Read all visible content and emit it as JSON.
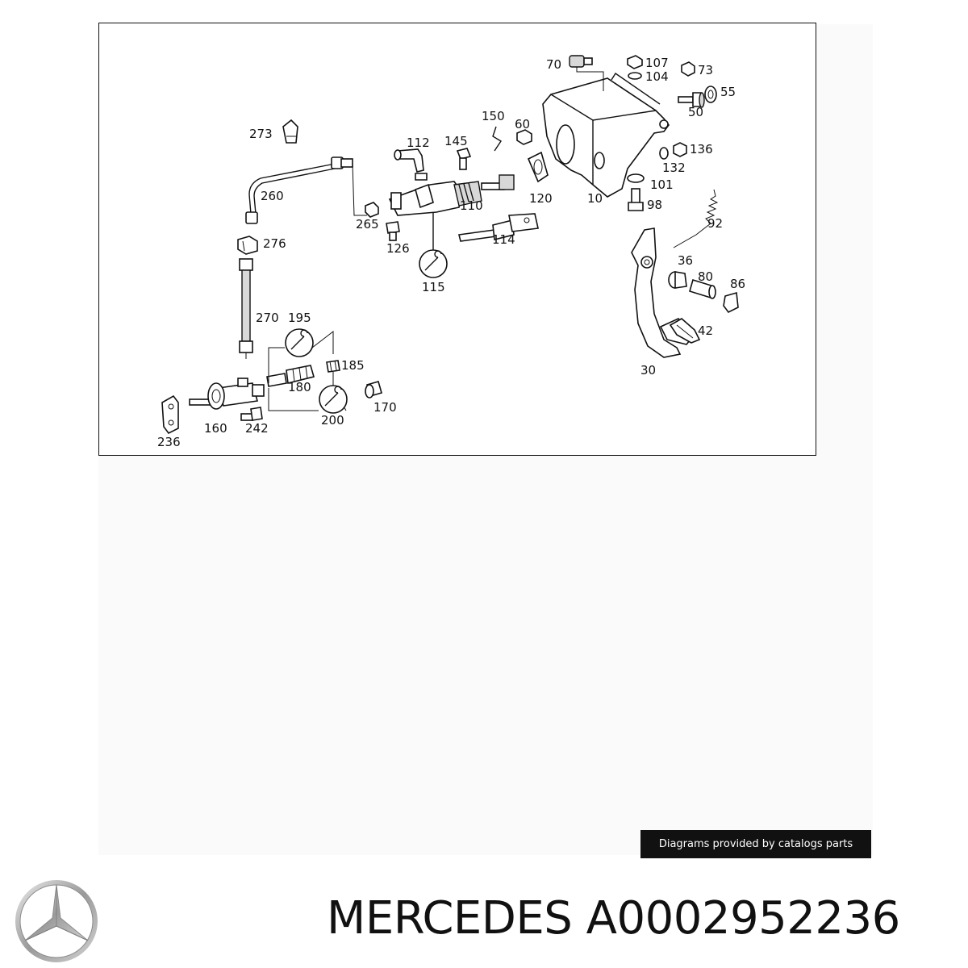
{
  "diagram": {
    "labels": [
      {
        "id": "70",
        "text": "70"
      },
      {
        "id": "107",
        "text": "107"
      },
      {
        "id": "104",
        "text": "104"
      },
      {
        "id": "73",
        "text": "73"
      },
      {
        "id": "55",
        "text": "55"
      },
      {
        "id": "50",
        "text": "50"
      },
      {
        "id": "150",
        "text": "150"
      },
      {
        "id": "60",
        "text": "60"
      },
      {
        "id": "273",
        "text": "273"
      },
      {
        "id": "112",
        "text": "112"
      },
      {
        "id": "145",
        "text": "145"
      },
      {
        "id": "136",
        "text": "136"
      },
      {
        "id": "132",
        "text": "132"
      },
      {
        "id": "260",
        "text": "260"
      },
      {
        "id": "110",
        "text": "110"
      },
      {
        "id": "120",
        "text": "120"
      },
      {
        "id": "10",
        "text": "10"
      },
      {
        "id": "101",
        "text": "101"
      },
      {
        "id": "98",
        "text": "98"
      },
      {
        "id": "265",
        "text": "265"
      },
      {
        "id": "92",
        "text": "92"
      },
      {
        "id": "114",
        "text": "114"
      },
      {
        "id": "126",
        "text": "126"
      },
      {
        "id": "276",
        "text": "276"
      },
      {
        "id": "36",
        "text": "36"
      },
      {
        "id": "80",
        "text": "80"
      },
      {
        "id": "86",
        "text": "86"
      },
      {
        "id": "115",
        "text": "115"
      },
      {
        "id": "270",
        "text": "270"
      },
      {
        "id": "195",
        "text": "195"
      },
      {
        "id": "42",
        "text": "42"
      },
      {
        "id": "185",
        "text": "185"
      },
      {
        "id": "30",
        "text": "30"
      },
      {
        "id": "180",
        "text": "180"
      },
      {
        "id": "170",
        "text": "170"
      },
      {
        "id": "200",
        "text": "200"
      },
      {
        "id": "160",
        "text": "160"
      },
      {
        "id": "242",
        "text": "242"
      },
      {
        "id": "236",
        "text": "236"
      }
    ]
  },
  "credit": {
    "text": "Diagrams provided by catalogs parts"
  },
  "caption": {
    "text": "MERCEDES A0002952236"
  },
  "logo": {
    "icon": "mercedes-star-icon"
  },
  "colors": {
    "credit_bg": "#111111",
    "credit_text": "#ffffff",
    "line": "#111111"
  }
}
